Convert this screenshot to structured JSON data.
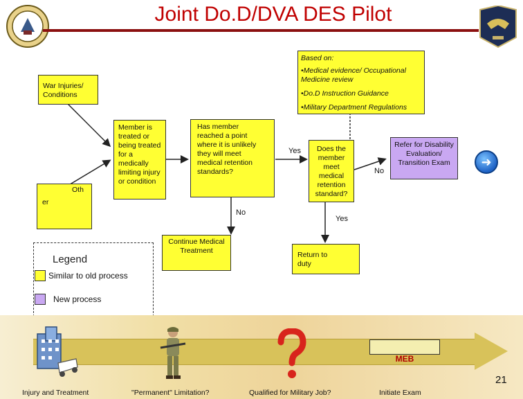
{
  "title": "Joint Do.D/DVA DES Pilot",
  "based_on": {
    "heading": "Based on:",
    "items": [
      "•Medical evidence/ Occupational Medicine review",
      "•Do.D Instruction Guidance",
      "•Military Department Regulations"
    ]
  },
  "boxes": {
    "war_injuries": "War Injuries/ Conditions",
    "other_a": "Oth",
    "other_b": "er",
    "treated": "Member is treated or being treated for a medically limiting injury or condition",
    "reached_point": "Has member reached a point where it is unlikely they will meet medical retention standards?",
    "meet_standard": "Does the member meet medical retention standard?",
    "refer": "Refer for Disability Evaluation/ Transition Exam",
    "continue": "Continue Medical Treatment",
    "return": "Return to duty"
  },
  "edge_labels": {
    "yes_left": "Yes",
    "no_right": "No",
    "no_down": "No",
    "yes_down": "Yes"
  },
  "legend": {
    "title": "Legend",
    "old": "Similar to old process",
    "new": "New process",
    "old_color": "#ffff33",
    "new_color": "#c9a8f2"
  },
  "timeline": {
    "meb": "MEB",
    "labels": [
      "Injury and Treatment",
      "\"Permanent\" Limitation?",
      "Qualified for Military Job?",
      "Initiate Exam"
    ]
  },
  "page_number": "21",
  "icons": {
    "seal": "army-seal-icon",
    "crest": "eagle-crest-icon",
    "next": "next-arrow-icon"
  }
}
